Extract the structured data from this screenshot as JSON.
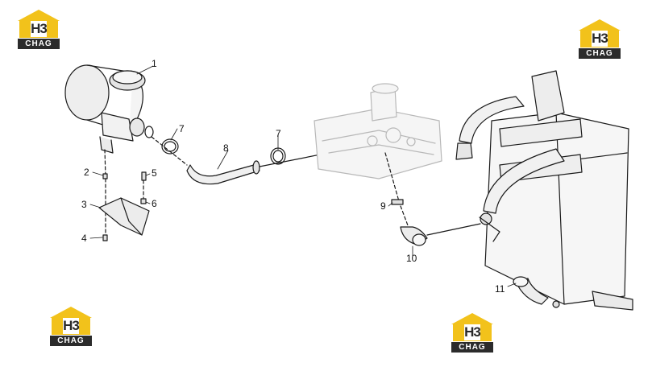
{
  "logo": {
    "mark": "H3",
    "plate": "CHAG"
  },
  "callouts": {
    "c1": "1",
    "c2": "2",
    "c3": "3",
    "c4": "4",
    "c5": "5",
    "c6": "6",
    "c7a": "7",
    "c7b": "7",
    "c8": "8",
    "c9": "9",
    "c10": "10",
    "c11": "11"
  },
  "colors": {
    "logo_yellow": "#f2c21b",
    "logo_dark": "#2b2b2b",
    "line": "#1a1a1a",
    "shade": "#d9d9d9"
  }
}
